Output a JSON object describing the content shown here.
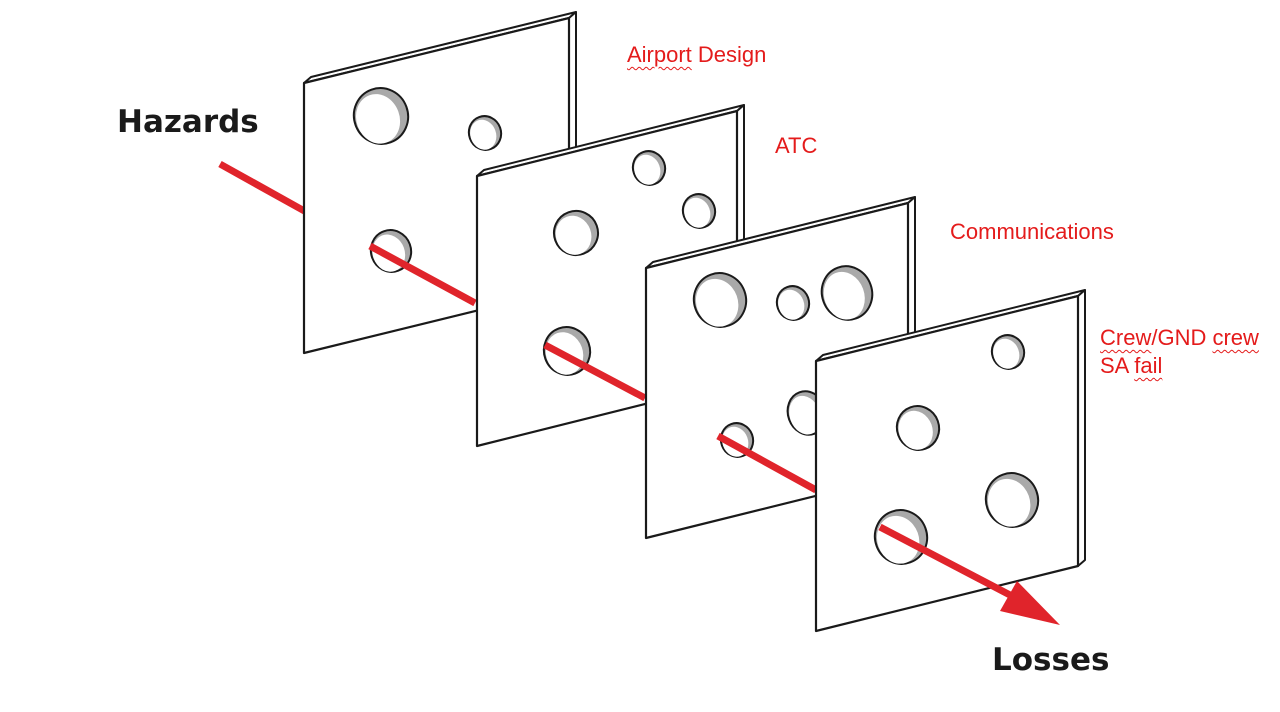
{
  "diagram": {
    "input_label": "Hazards",
    "output_label": "Losses",
    "layers": [
      {
        "label_parts": [
          {
            "text": "Airport",
            "squiggle": true
          },
          {
            "text": " Design",
            "squiggle": false
          }
        ]
      },
      {
        "label_parts": [
          {
            "text": "ATC",
            "squiggle": false
          }
        ]
      },
      {
        "label_parts": [
          {
            "text": "Communications",
            "squiggle": false
          }
        ]
      },
      {
        "label_lines": [
          [
            {
              "text": "Crew",
              "squiggle": true
            },
            {
              "text": "/GND ",
              "squiggle": false
            },
            {
              "text": "crew",
              "squiggle": true
            }
          ],
          [
            {
              "text": "SA ",
              "squiggle": false
            },
            {
              "text": "fail",
              "squiggle": true
            }
          ]
        ]
      }
    ],
    "colors": {
      "arrow": "#e0242b",
      "label_text": "#e41b1b",
      "outline": "#1a1a1a",
      "hole_shadow": "#a9a9a9",
      "plate_fill": "#ffffff"
    }
  }
}
